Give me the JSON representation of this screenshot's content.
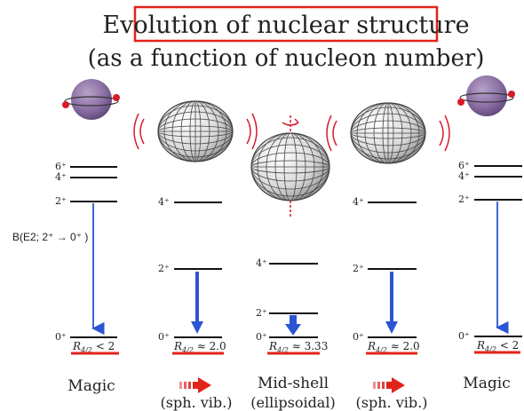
{
  "title": "Evolution of nuclear structure",
  "subtitle": "(as a function of nucleon number)",
  "colors": {
    "title_border": "#e2231a",
    "arrow_blue": "#2b55d3",
    "underline_red": "#e2231a",
    "sphere": "#8a6fa3",
    "ball_red": "#d91a2a"
  },
  "bE2_label": "B(E2; 2⁺ → 0⁺ )",
  "columns": [
    {
      "name": "Magic",
      "subtitle": "",
      "levels": [
        {
          "label": "6⁺"
        },
        {
          "label": "4⁺"
        },
        {
          "label": "2⁺"
        },
        {
          "label": "0⁺"
        }
      ],
      "ratio_label": "R",
      "ratio_sub": "4/2",
      "ratio_rel": " < 2",
      "shape": "sphere"
    },
    {
      "name": "",
      "subtitle": "(sph. vib.)",
      "levels": [
        {
          "label": "4⁺"
        },
        {
          "label": "2⁺"
        },
        {
          "label": "0⁺"
        }
      ],
      "ratio_label": "R",
      "ratio_sub": "4/2",
      "ratio_rel": " ≈ 2.0",
      "shape": "wire-vibrating"
    },
    {
      "name": "Mid-shell",
      "subtitle": "(ellipsoidal)",
      "levels": [
        {
          "label": "4⁺"
        },
        {
          "label": "2⁺"
        },
        {
          "label": "0⁺"
        }
      ],
      "ratio_label": "R",
      "ratio_sub": "4/2",
      "ratio_rel": " ≈ 3.33",
      "shape": "ellipsoid-rotating"
    },
    {
      "name": "",
      "subtitle": "(sph. vib.)",
      "levels": [
        {
          "label": "4⁺"
        },
        {
          "label": "2⁺"
        },
        {
          "label": "0⁺"
        }
      ],
      "ratio_label": "R",
      "ratio_sub": "4/2",
      "ratio_rel": " ≈ 2.0",
      "shape": "wire-vibrating"
    },
    {
      "name": "Magic",
      "subtitle": "",
      "levels": [
        {
          "label": "6⁺"
        },
        {
          "label": "4⁺"
        },
        {
          "label": "2⁺"
        },
        {
          "label": "0⁺"
        }
      ],
      "ratio_label": "R",
      "ratio_sub": "4/2",
      "ratio_rel": " < 2",
      "shape": "sphere"
    }
  ]
}
